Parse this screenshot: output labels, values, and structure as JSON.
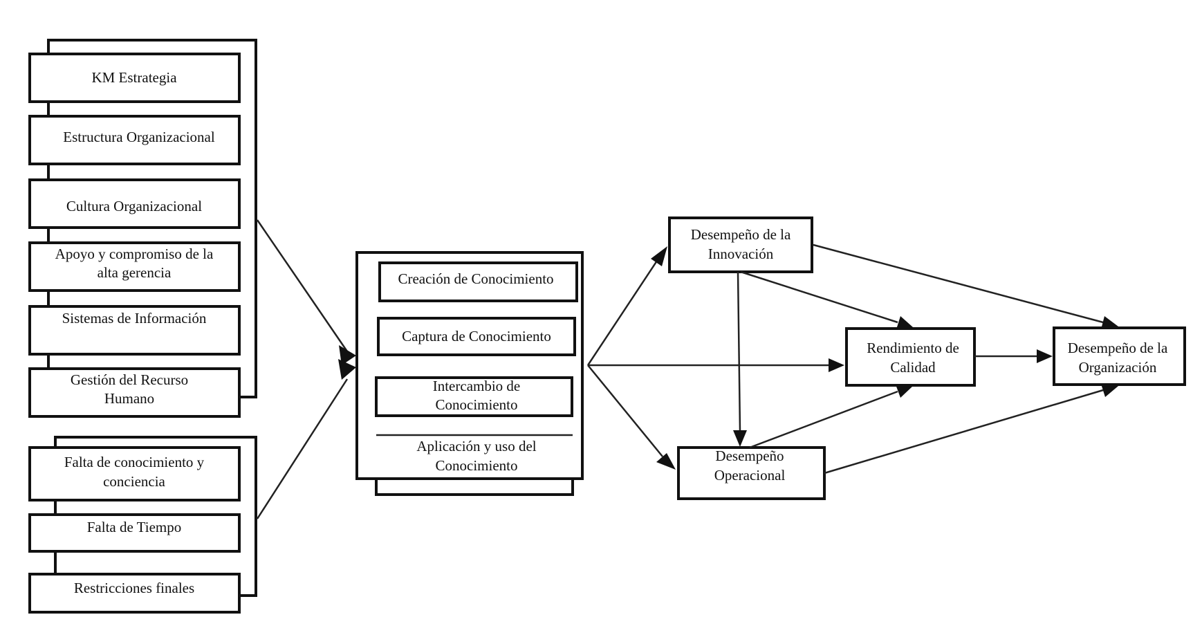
{
  "enablers": {
    "items": [
      [
        "KM Estrategia"
      ],
      [
        "Estructura Organizacional"
      ],
      [
        "Cultura Organizacional"
      ],
      [
        "Apoyo y compromiso de la",
        "alta gerencia"
      ],
      [
        "Sistemas de Información"
      ],
      [
        "Gestión del Recurso",
        "Humano"
      ]
    ]
  },
  "barriers": {
    "items": [
      [
        "Falta de conocimiento y",
        "conciencia"
      ],
      [
        "Falta de Tiempo"
      ],
      [
        "Restricciones finales"
      ]
    ]
  },
  "processes": {
    "items": [
      [
        "Creación de Conocimiento"
      ],
      [
        "Captura de Conocimiento"
      ],
      [
        "Intercambio de",
        "Conocimiento"
      ],
      [
        "Aplicación y uso del",
        "Conocimiento"
      ]
    ]
  },
  "outcomes": {
    "innovation": [
      "Desempeño de  la",
      "Innovación"
    ],
    "quality": [
      "Rendimiento de",
      "Calidad"
    ],
    "operational": [
      "Desempeño",
      "Operacional"
    ],
    "organization": [
      "Desempeño de la",
      "Organización"
    ]
  }
}
